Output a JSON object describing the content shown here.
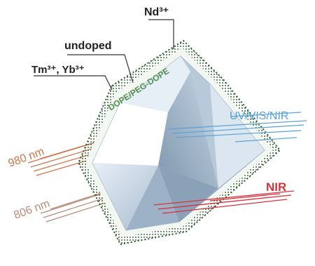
{
  "labels": {
    "nd": "Nd³⁺",
    "undoped": "undoped",
    "tm_yb": "Tm³⁺, Yb³⁺",
    "shell_text": "DOPE/PEG-DOPE",
    "uv_vis_nir": "UV/VIS/NIR",
    "nm980": "980 nm",
    "nm806": "806 nm",
    "nir": "NIR"
  },
  "colors": {
    "shell_dots": "#3d6b3d",
    "crystal_light": "#d9e6f2",
    "crystal_mid": "#a9bdd0",
    "crystal_dark": "#7e96ad",
    "uv_blue": "#5aa2d6",
    "nm980": "#c9754a",
    "nm806": "#b98a77",
    "nir_red": "#d8333c",
    "label_dark": "#222222"
  }
}
